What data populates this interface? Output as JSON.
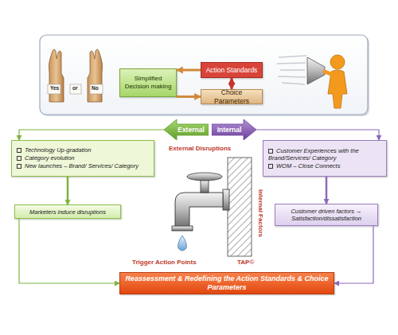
{
  "diagram": {
    "nodes": [
      {
        "text": [
          "Simplified Decision making"
        ]
      },
      {
        "text": [
          "Action Standards"
        ]
      },
      {
        "text": [
          "Choice Parameters"
        ]
      },
      {
        "text": [
          "External"
        ]
      },
      {
        "text": [
          "Internal"
        ]
      },
      {
        "text": [
          "Technology Up-gradation",
          "Category evolution",
          "New launches – Brand/ Services/ Category"
        ]
      },
      {
        "text": [
          "Customer Experiences with the Brand/Services/ Category",
          "WOM – Close Connects"
        ]
      },
      {
        "text": [
          "Marketers induce disruptions"
        ]
      },
      {
        "text": [
          "Customer driven factors → Satisfaction/dissatisfaction"
        ]
      },
      {
        "text": [
          "Reassessment & Redefining the Action Standards & Choice Parameters"
        ]
      }
    ],
    "edges": [
      {
        "from": 1,
        "to": 0,
        "arrow": "to"
      },
      {
        "from": 0,
        "to": 2,
        "arrow": "to"
      },
      {
        "from": 1,
        "to": 2,
        "arrow": "both"
      },
      {
        "from": 3,
        "to": 5,
        "arrow": "to"
      },
      {
        "from": 4,
        "to": 6,
        "arrow": "to"
      },
      {
        "from": 5,
        "to": 7,
        "arrow": "to"
      },
      {
        "from": 6,
        "to": 8,
        "arrow": "to"
      },
      {
        "from": 7,
        "to": 9,
        "arrow": "to"
      },
      {
        "from": 8,
        "to": 9,
        "arrow": "to"
      }
    ],
    "labels": [
      "Yes",
      "or",
      "No",
      "External Disruptions",
      "Internal Factors",
      "Trigger Action Points",
      "TAP©"
    ]
  }
}
